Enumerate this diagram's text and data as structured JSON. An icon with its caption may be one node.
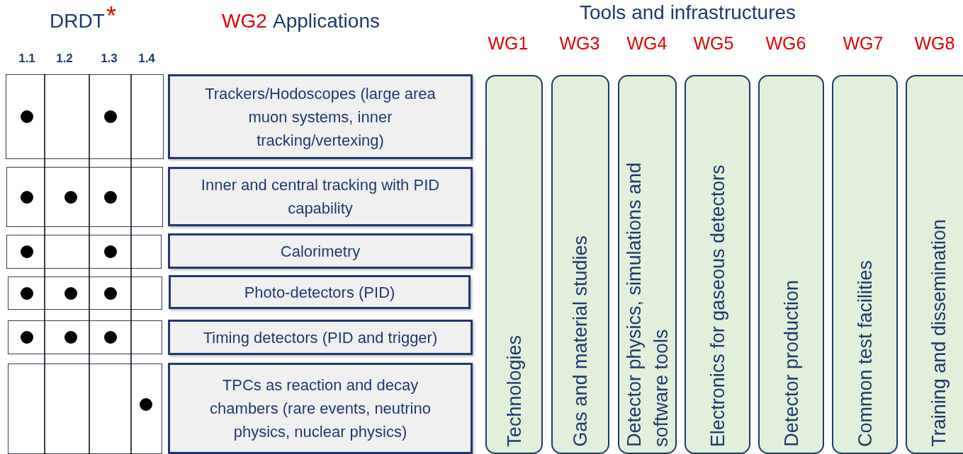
{
  "diagram": {
    "nodes": [
      {
        "text": [],
        "shape": "box"
      },
      {
        "text": [],
        "shape": "box"
      },
      {
        "text": [],
        "shape": "box"
      },
      {
        "text": [],
        "shape": "box"
      },
      {
        "text": [],
        "shape": "box"
      },
      {
        "text": [],
        "shape": "box"
      },
      {
        "text": [
          "Trackers/Hodoscopes (large area muon systems, inner tracking/vertexing)"
        ]
      },
      {
        "text": [
          "Inner and central tracking with PID capability"
        ]
      },
      {
        "text": [
          "Calorimetry"
        ]
      },
      {
        "text": [
          "Photo-detectors (PID)"
        ]
      },
      {
        "text": [
          "Timing detectors (PID and trigger)"
        ]
      },
      {
        "text": [
          "TPCs as reaction and decay chambers (rare events, neutrino physics, nuclear physics)"
        ]
      },
      {
        "text": [
          "Technologies"
        ]
      },
      {
        "text": [
          "Gas and material studies"
        ]
      },
      {
        "text": [
          "Detector physics, simulations and software tools"
        ]
      },
      {
        "text": [
          "Electronics for gaseous detectors"
        ]
      },
      {
        "text": [
          "Detector production"
        ]
      },
      {
        "text": [
          "Common test facilities"
        ]
      },
      {
        "text": [
          "Training and dissemination"
        ]
      }
    ],
    "labels": [
      "DRDT",
      "*",
      "WG2",
      "Applications",
      "Tools and infrastructures",
      "WG1",
      "WG3",
      "WG4",
      "WG5",
      "WG6",
      "WG7",
      "WG8",
      "1.1",
      "1.2",
      "1.3",
      "1.4"
    ]
  }
}
